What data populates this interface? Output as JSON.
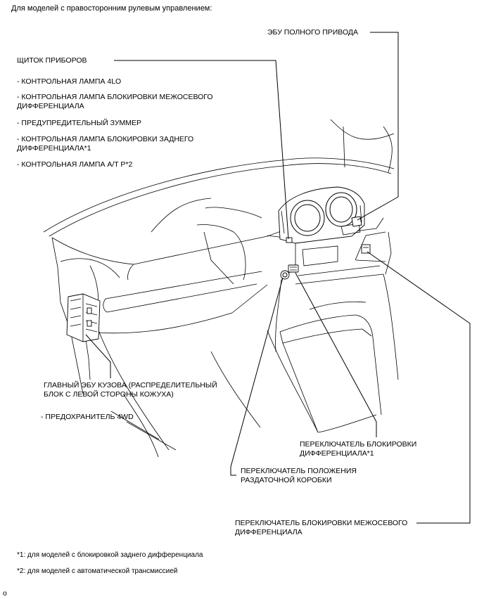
{
  "heading": "Для моделей с правосторонним рулевым управлением:",
  "labels": {
    "awd_ecu": "ЭБУ ПОЛНОГО ПРИВОДА",
    "combination_meter": "ЩИТОК ПРИБОРОВ",
    "meter_items": [
      "- КОНТРОЛЬНАЯ ЛАМПА 4LO",
      "- КОНТРОЛЬНАЯ ЛАМПА БЛОКИРОВКИ МЕЖОСЕВОГО",
      "ДИФФЕРЕНЦИАЛА",
      "- ПРЕДУПРЕДИТЕЛЬНЫЙ ЗУММЕР",
      "- КОНТРОЛЬНАЯ ЛАМПА БЛОКИРОВКИ ЗАДНЕГО",
      "ДИФФЕРЕНЦИАЛА*1",
      "- КОНТРОЛЬНАЯ ЛАМПА A/T P*2"
    ],
    "body_ecu_line1": "ГЛАВНЫЙ ЭБУ КУЗОВА (РАСПРЕДЕЛИТЕЛЬНЫЙ",
    "body_ecu_line2": "БЛОК С ЛЕВОЙ СТОРОНЫ КОЖУХА)",
    "fuse": "- ПРЕДОХРАНИТЕЛЬ 4WD",
    "rear_diff_switch_line1": "ПЕРЕКЛЮЧАТЕЛЬ БЛОКИРОВКИ",
    "rear_diff_switch_line2": "ДИФФЕРЕНЦИАЛА*1",
    "transfer_switch_line1": "ПЕРЕКЛЮЧАТЕЛЬ ПОЛОЖЕНИЯ",
    "transfer_switch_line2": "РАЗДАТОЧНОЙ КОРОБКИ",
    "center_diff_switch_line1": "ПЕРЕКЛЮЧАТЕЛЬ БЛОКИРОВКИ МЕЖОСЕВОГО",
    "center_diff_switch_line2": "ДИФФЕРЕНЦИАЛА"
  },
  "footnotes": [
    "*1: для моделей с блокировкой заднего дифференциала",
    "*2: для моделей с автоматической трансмиссией"
  ],
  "corner_mark": "o"
}
